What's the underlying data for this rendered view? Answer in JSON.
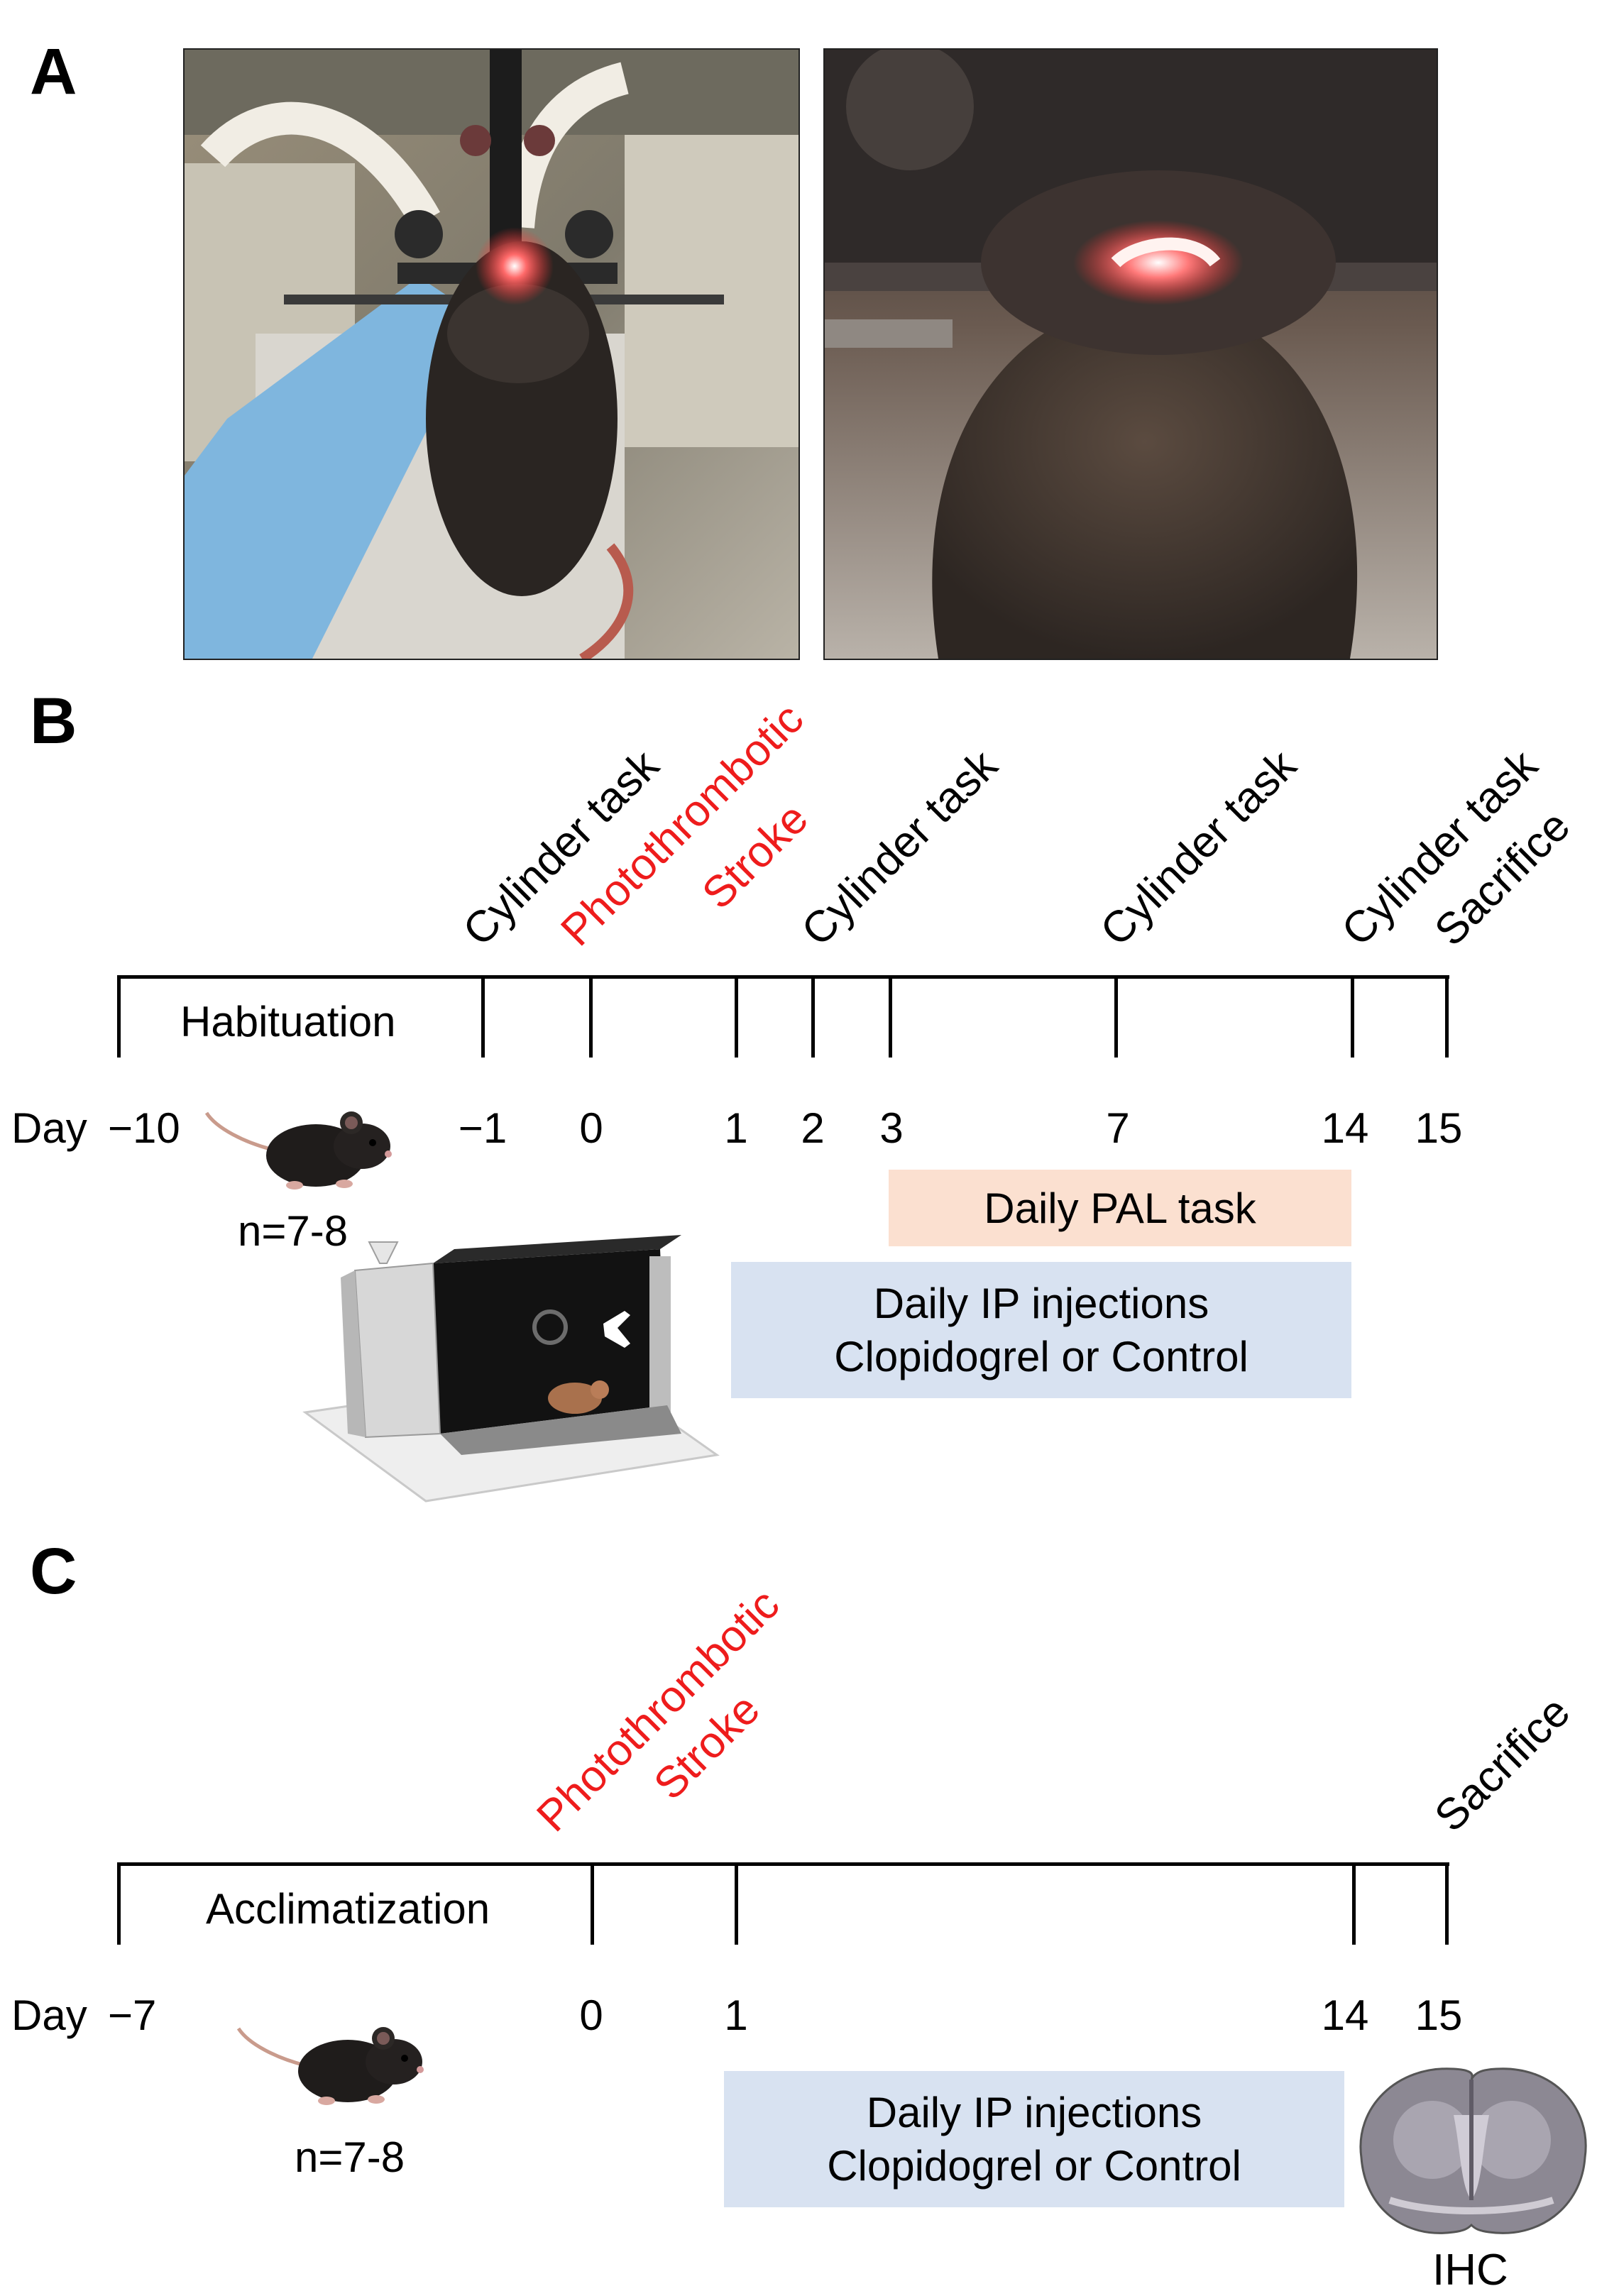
{
  "panels": {
    "a": {
      "letter": "A"
    },
    "b": {
      "letter": "B",
      "events": {
        "cyl1": "Cylinder task",
        "stroke_1": "Photothrombotic",
        "stroke_2": "Stroke",
        "cyl2": "Cylinder task",
        "cyl3": "Cylinder task",
        "cyl4": "Cylinder task",
        "sacrifice": "Sacrifice"
      },
      "period_label": "Habituation",
      "days": {
        "prefix": "Day",
        "d_m10": "−10",
        "d_m1": "−1",
        "d0": "0",
        "d1": "1",
        "d2": "2",
        "d3": "3",
        "d7": "7",
        "d14": "14",
        "d15": "15"
      },
      "n_label": "n=7-8",
      "pal_box": "Daily PAL task",
      "ip_box_line1": "Daily IP injections",
      "ip_box_line2": "Clopidogrel or Control"
    },
    "c": {
      "letter": "C",
      "events": {
        "stroke_1": "Photothrombotic",
        "stroke_2": "Stroke",
        "sacrifice": "Sacrifice"
      },
      "period_label": "Acclimatization",
      "days": {
        "prefix": "Day",
        "d_m7": "−7",
        "d0": "0",
        "d1": "1",
        "d14": "14",
        "d15": "15"
      },
      "n_label": "n=7-8",
      "ip_box_line1": "Daily IP injections",
      "ip_box_line2": "Clopidogrel or Control",
      "ihc_label": "IHC"
    }
  },
  "colors": {
    "highlight_red": "#ee1c1c",
    "ip_box": "#d8e2f1",
    "pal_box": "#fbe0d0"
  }
}
